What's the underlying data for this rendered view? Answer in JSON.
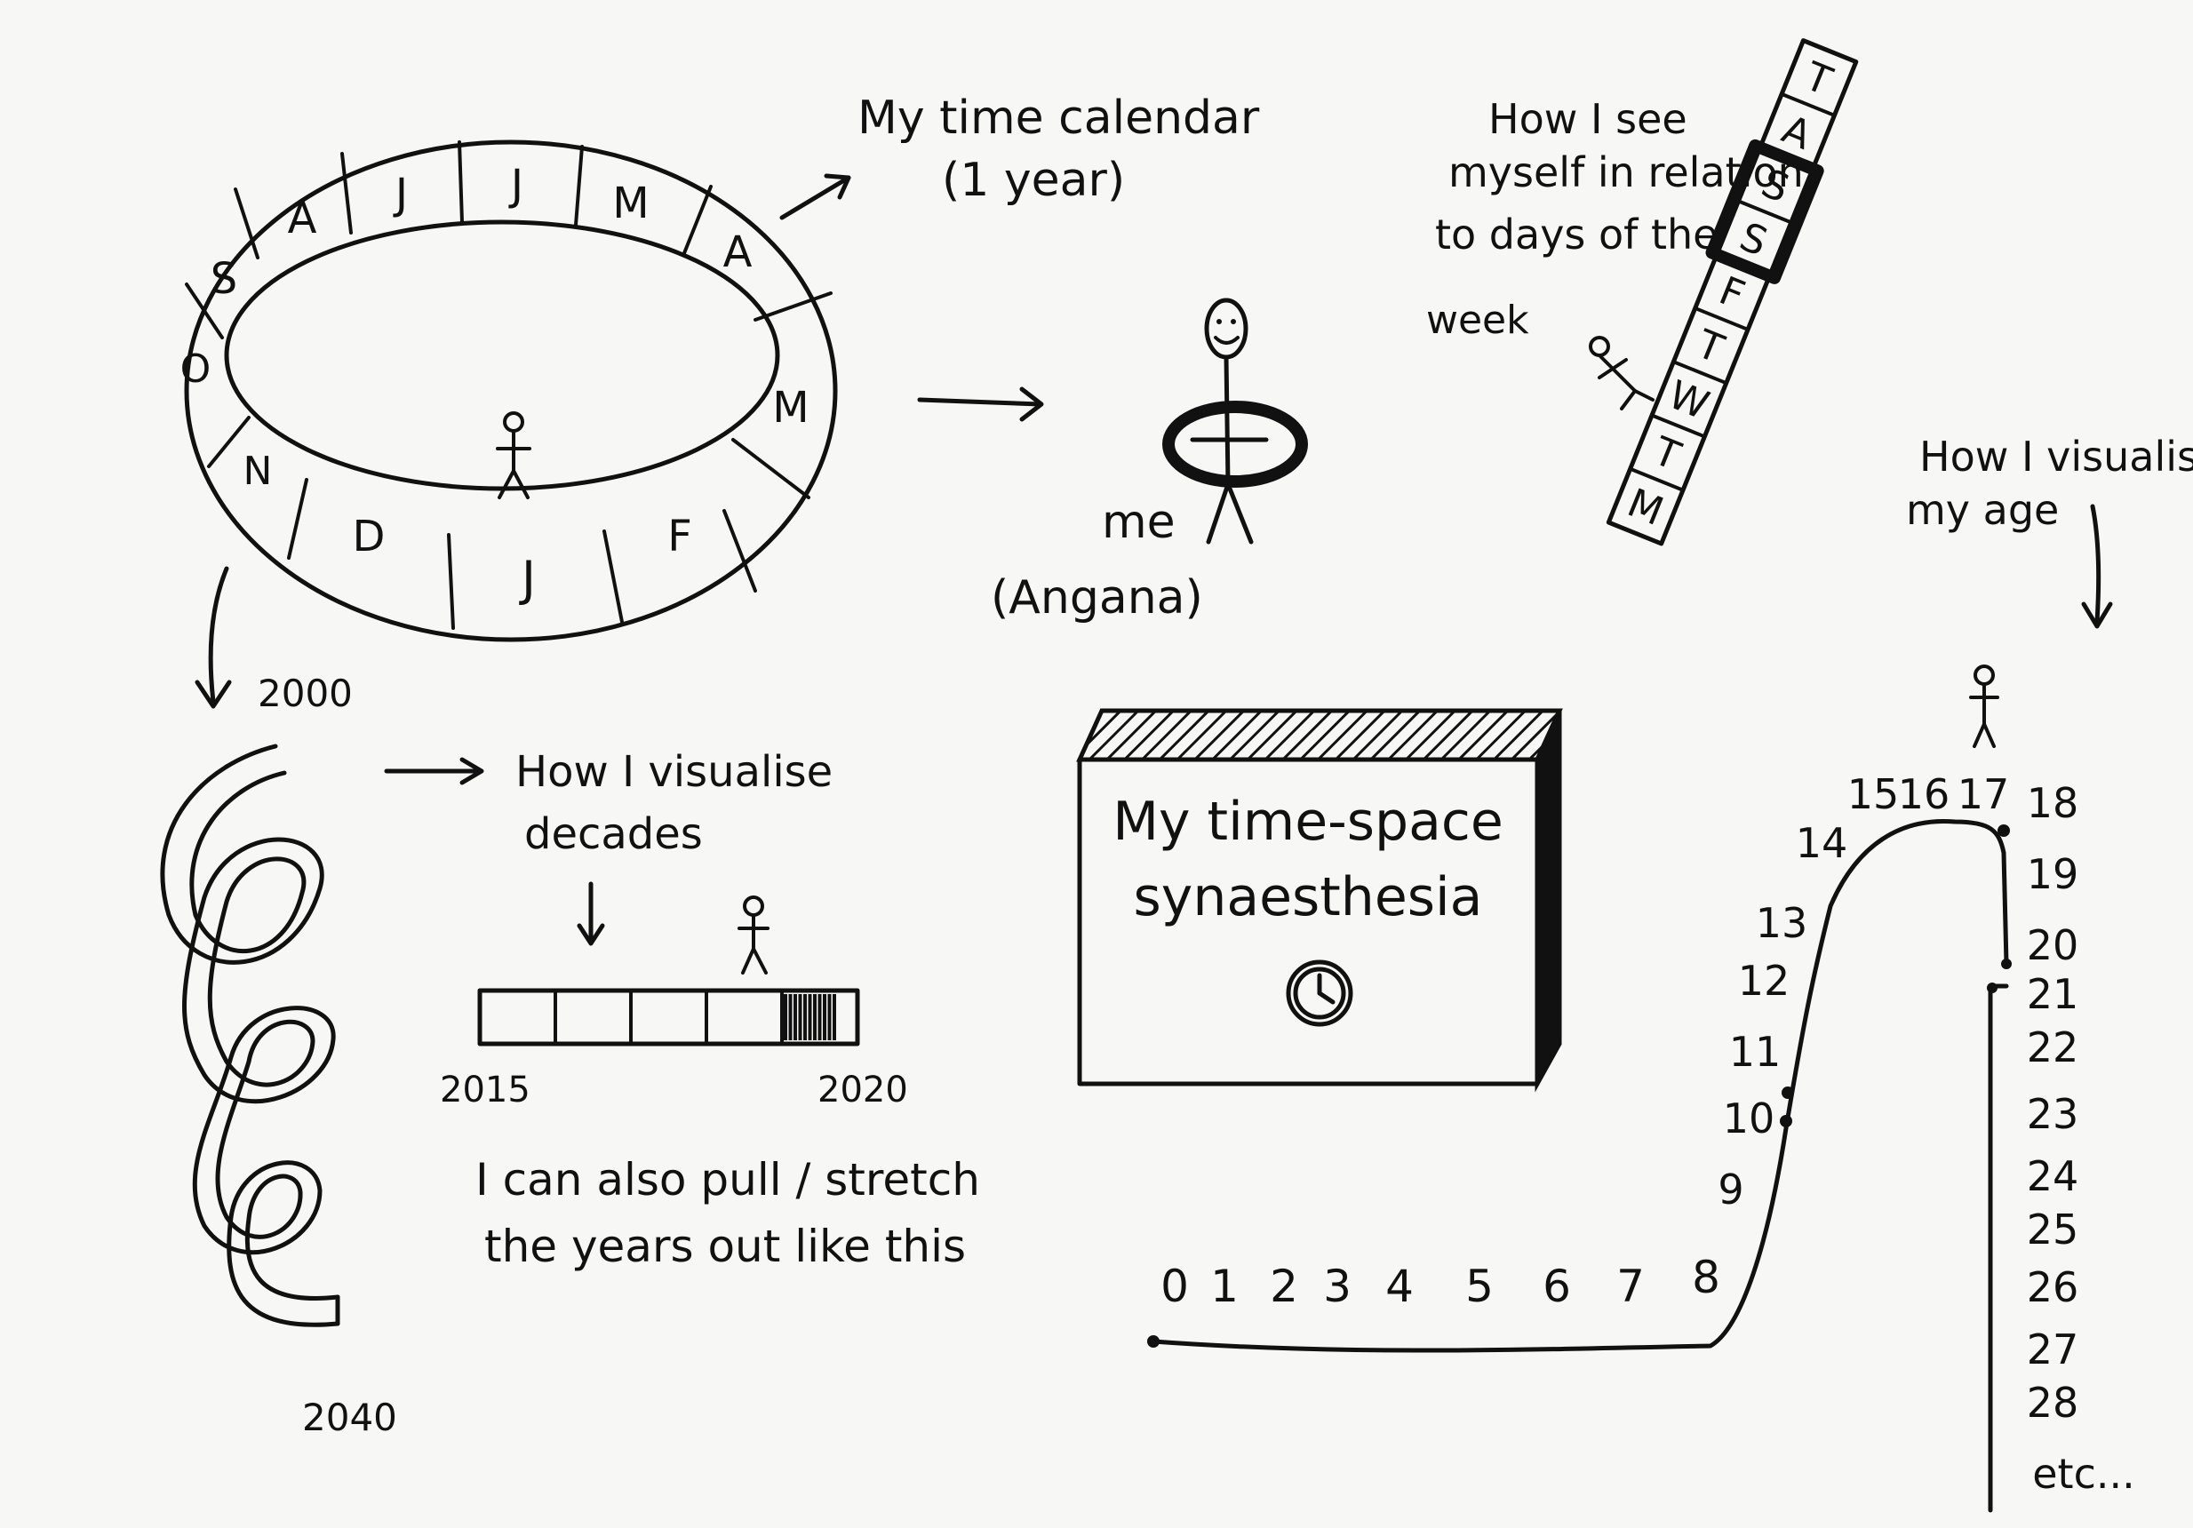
{
  "calendar": {
    "months": [
      "J",
      "F",
      "M",
      "A",
      "M",
      "J",
      "J",
      "A",
      "S",
      "O",
      "N",
      "D"
    ],
    "label_line1": "My time calendar",
    "label_line2": "(1 year)"
  },
  "me": {
    "label_line1": "me",
    "label_line2": "(Angana)"
  },
  "week": {
    "label_line1": "How I see",
    "label_line2": "myself in relation",
    "label_line3": "to days of the",
    "label_line4": "week",
    "days": [
      "M",
      "T",
      "W",
      "T",
      "F",
      "S",
      "S",
      "A",
      "T"
    ]
  },
  "decades": {
    "start_year": "2000",
    "end_year": "2040",
    "label_line1": "How I visualise",
    "label_line2": "decades",
    "bar_start": "2015",
    "bar_end": "2020",
    "bar_segments": 5,
    "current_segment": 4,
    "note_line1": "I can also pull / stretch",
    "note_line2": "the years out like this"
  },
  "title_box": {
    "line1": "My time-space",
    "line2": "synaesthesia"
  },
  "age": {
    "label_line1": "How I visualise",
    "label_line2": "my age",
    "ages_bottom": [
      "0",
      "1",
      "2",
      "3",
      "4",
      "5",
      "6",
      "7",
      "8"
    ],
    "ages_rising": [
      "9",
      "10",
      "11",
      "12",
      "13",
      "14"
    ],
    "ages_top": [
      "15",
      "16",
      "17"
    ],
    "ages_right": [
      "18",
      "19",
      "20",
      "21",
      "22",
      "23",
      "24",
      "25",
      "26",
      "27",
      "28",
      "etc..."
    ]
  }
}
